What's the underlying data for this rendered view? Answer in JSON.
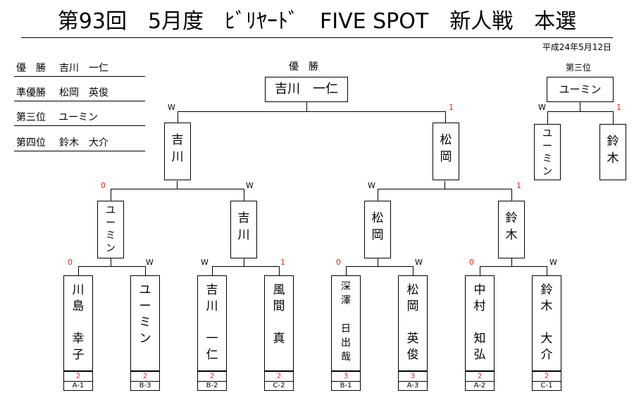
{
  "title": "第93回　5月度　ﾋﾞﾘﾔｰﾄﾞ　FIVE SPOT　新人戦　本選",
  "date": "平成24年5月12日",
  "results": [
    {
      "label": "優　勝",
      "name": "吉川　一仁"
    },
    {
      "label": "準優勝",
      "name": "松岡　英俊"
    },
    {
      "label": "第三位",
      "name": "ユーミン"
    },
    {
      "label": "第四位",
      "name": "鈴木　大介"
    }
  ],
  "champion": {
    "header": "優　勝",
    "name": "吉川　一仁"
  },
  "third_place": {
    "header": "第三位",
    "winner": "ユーミン"
  },
  "players": [
    {
      "chars": [
        "川",
        "島",
        "",
        "幸",
        "子"
      ],
      "score": "2",
      "code": "A-1"
    },
    {
      "chars": [
        "ユ",
        "ー",
        "ミ",
        "ン"
      ],
      "score": "2",
      "code": "B-3"
    },
    {
      "chars": [
        "吉",
        "川",
        "",
        "一",
        "仁"
      ],
      "score": "2",
      "code": "B-2"
    },
    {
      "chars": [
        "風",
        "間",
        "",
        "真"
      ],
      "score": "2",
      "code": "C-2"
    },
    {
      "chars": [
        "深",
        "澤",
        "",
        "日",
        "出",
        "哉"
      ],
      "score": "3",
      "code": "B-1"
    },
    {
      "chars": [
        "松",
        "岡",
        "",
        "英",
        "俊"
      ],
      "score": "3",
      "code": "A-3"
    },
    {
      "chars": [
        "中",
        "村",
        "",
        "知",
        "弘"
      ],
      "score": "2",
      "code": "A-2"
    },
    {
      "chars": [
        "鈴",
        "木",
        "",
        "大",
        "介"
      ],
      "score": "2",
      "code": "C-1"
    }
  ],
  "round2": [
    {
      "chars": [
        "ユ",
        "ー",
        "ミ",
        "ン"
      ]
    },
    {
      "chars": [
        "吉",
        "川"
      ]
    },
    {
      "chars": [
        "松",
        "岡"
      ]
    },
    {
      "chars": [
        "鈴",
        "木"
      ]
    }
  ],
  "semis": [
    {
      "chars": [
        "吉",
        "川"
      ]
    },
    {
      "chars": [
        "松",
        "岡"
      ]
    }
  ],
  "third_players": [
    {
      "chars": [
        "ユ",
        "ー",
        "ミ",
        "ン"
      ]
    },
    {
      "chars": [
        "鈴",
        "木"
      ]
    }
  ],
  "marks": {
    "r1": [
      "0",
      "W",
      "W",
      "1",
      "0",
      "W",
      "0",
      "W"
    ],
    "r2": [
      "0",
      "W",
      "W",
      "1"
    ],
    "r3": [
      "W",
      "1"
    ],
    "third": [
      "W",
      "1"
    ]
  }
}
